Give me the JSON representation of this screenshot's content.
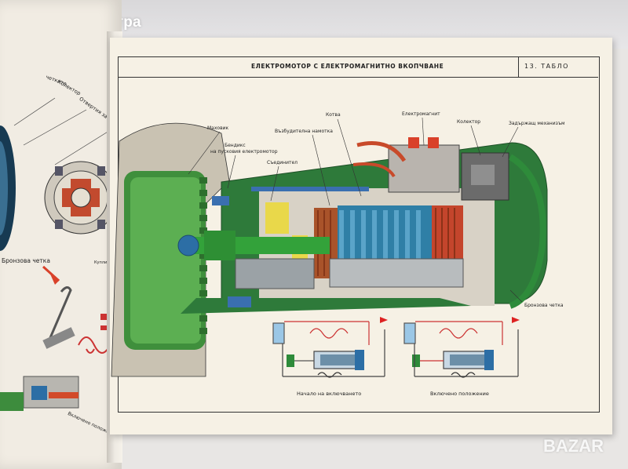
{
  "brand": "Книжна Палитра",
  "plate": {
    "title": "ЕЛЕКТРОМОТОР С ЕЛЕКТРОМАГНИТНО ВКОПЧВАНЕ",
    "plate_number": "13. ТАБЛО"
  },
  "labels": {
    "flywheel": "Маховик",
    "bendix": "Бендикс",
    "bendix_2": "на пусковия електромотор",
    "field_winding": "Възбудителна намотка",
    "armature": "Котва",
    "connector": "Съединител",
    "electromagnet": "Електромагнит",
    "commutator": "Колектор",
    "holding_mechanism": "Задържащ механизъм",
    "bronze_brush": "Бронзова четка"
  },
  "captions": {
    "start": "Начало на включването",
    "engaged": "Включено положение"
  },
  "left_page": {
    "brushes": "четките",
    "commutator": "Колектор",
    "opening": "Отвертия за",
    "bronze_brush": "Бронзова четка",
    "clutch": "Куплиране",
    "engaged_pos": "Включено положение"
  },
  "watermark": "BAZAR"
}
